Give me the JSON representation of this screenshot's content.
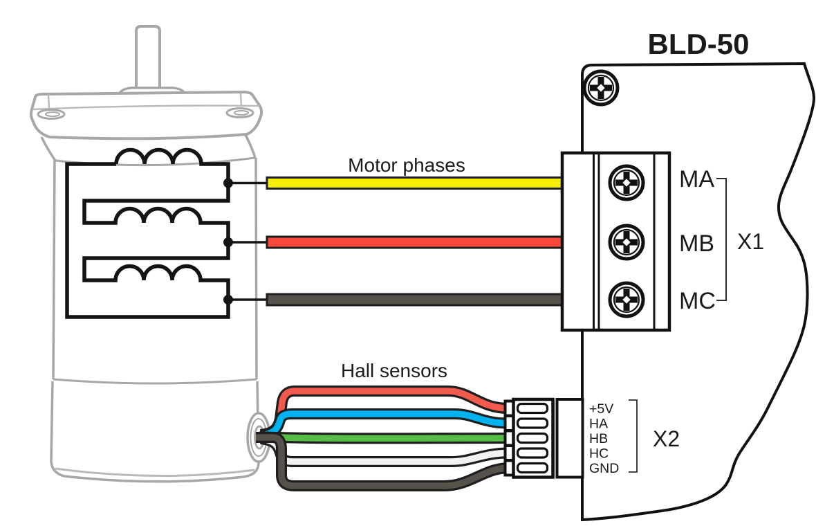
{
  "device": {
    "title": "BLD-50"
  },
  "annotations": {
    "motor_phases": "Motor phases",
    "hall_sensors": "Hall sensors"
  },
  "connectors": {
    "x1": {
      "label": "X1",
      "terminals": [
        "MA",
        "MB",
        "MC"
      ]
    },
    "x2": {
      "label": "X2",
      "pins": [
        "+5V",
        "HA",
        "HB",
        "HC",
        "GND"
      ]
    }
  },
  "colors": {
    "phase_wires": [
      "#F9EE00",
      "#F8473B",
      "#57514B"
    ],
    "hall_wires": [
      "#F15B4D",
      "#00B2EF",
      "#56BE46",
      "#F2F2F2",
      "#57514B"
    ],
    "wire_outline": "#1E1E1E",
    "schematic_black": "#141414",
    "panel_stroke": "#111111",
    "motor_outline": "#A7A7A7"
  }
}
